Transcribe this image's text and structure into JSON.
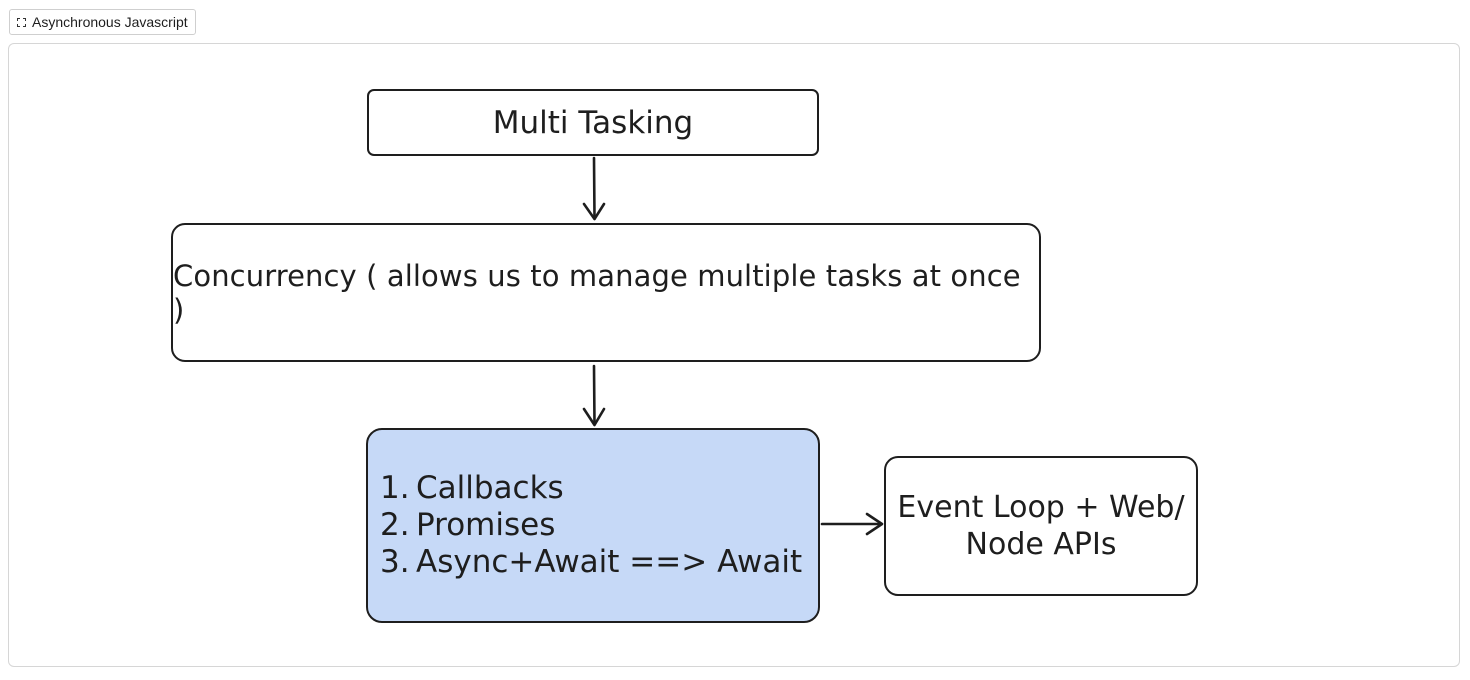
{
  "frame": {
    "label": "Asynchronous Javascript",
    "icon": "frame-icon"
  },
  "diagram": {
    "nodes": {
      "multi_tasking": "Multi Tasking",
      "concurrency": "Concurrency ( allows us to manage multiple tasks at once )",
      "async_list": [
        {
          "num": "1.",
          "text": "Callbacks"
        },
        {
          "num": "2.",
          "text": "Promises"
        },
        {
          "num": "3.",
          "text": "Async+Await ==> Await"
        }
      ],
      "event_loop": {
        "line1": "Event Loop + Web/",
        "line2": "Node  APIs"
      }
    },
    "colors": {
      "stroke": "#1e1e1e",
      "highlight_fill": "#c6d9f7",
      "node_fill": "#ffffff"
    }
  }
}
